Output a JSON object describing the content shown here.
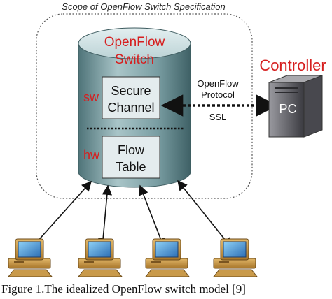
{
  "scope_label": "Scope of OpenFlow Switch Specification",
  "switch": {
    "title_line1": "OpenFlow",
    "title_line2": "Switch",
    "sw_label": "sw",
    "hw_label": "hw",
    "secure_channel": {
      "line1": "Secure",
      "line2": "Channel"
    },
    "flow_table": {
      "line1": "Flow",
      "line2": "Table"
    }
  },
  "protocol": {
    "line1": "OpenFlow",
    "line2": "Protocol",
    "line3": "SSL"
  },
  "controller": {
    "label": "Controller",
    "pc_label": "PC"
  },
  "hosts_icon": "desktop-computer-icon",
  "caption": "Figure 1.The idealized OpenFlow switch model [9]",
  "colors": {
    "accent_red": "#d61f1f",
    "cylinder_body": "#7fa3a8",
    "cylinder_top": "#cfe0e2",
    "inner_box": "#e4ecee",
    "server": "#6d6d72"
  }
}
